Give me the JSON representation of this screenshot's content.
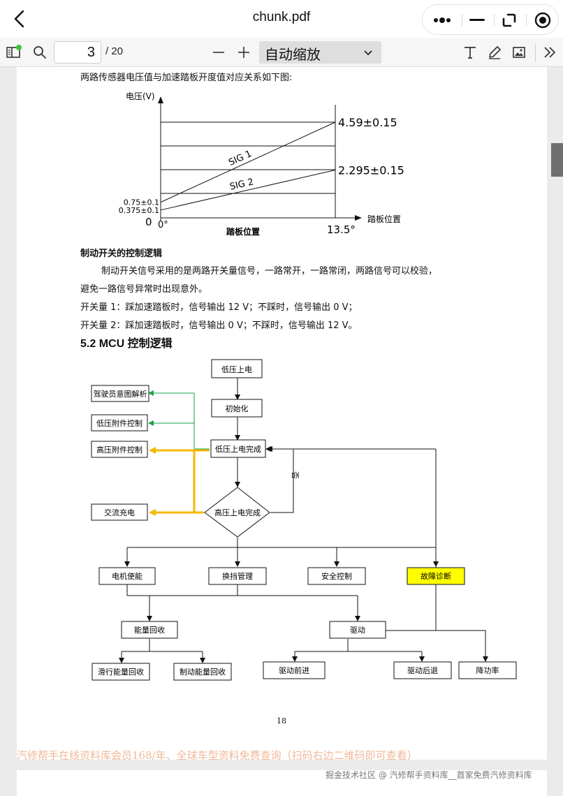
{
  "app": {
    "title": "chunk.pdf"
  },
  "toolbar": {
    "page_current": "3",
    "page_total": "/ 20",
    "zoom_label": "自动缩放"
  },
  "document": {
    "intro": "两路传感器电压值与加速踏板开度值对应关系如下图:",
    "section_brake_title": "制动开关的控制逻辑",
    "brake_para1": "制动开关信号采用的是两路开关量信号，一路常开，一路常闭，两路信号可以校验，",
    "brake_para2": "避免一路信号异常时出现意外。",
    "switch1": "开关量 1：踩加速踏板时，信号输出 12 V；不踩时，信号输出 0 V；",
    "switch2": "开关量 2：踩加速踏板时，信号输出 0 V；不踩时，信号输出 12 V。",
    "section_mcu_heading": "5.2 MCU 控制逻辑",
    "page_number": "18"
  },
  "chart_data": {
    "type": "line",
    "ylabel": "电压(V)",
    "xlabel": "踏板位置",
    "x_axis_label_right": "踏板位置",
    "x": [
      0,
      13.5
    ],
    "x_tick_labels": [
      "0°",
      "13.5°"
    ],
    "y_zero_label": "0",
    "series": [
      {
        "name": "SIG 1",
        "values": [
          0.75,
          4.59
        ],
        "start_label": "0.75±0.1",
        "end_label": "4.59±0.15"
      },
      {
        "name": "SIG 2",
        "values": [
          0.375,
          2.295
        ],
        "start_label": "0.375±0.1",
        "end_label": "2.295±0.15"
      }
    ]
  },
  "flowchart": {
    "nodes": {
      "lv_power": "低压上电",
      "init": "初始化",
      "lv_done": "低压上电完成",
      "hv_done": "高压上电完成",
      "no_label": "否",
      "driver_intent": "驾驶员意图解析",
      "lv_accessory": "低压附件控制",
      "hv_accessory": "高压附件控制",
      "ac_charge": "交流充电",
      "motor_enable": "电机使能",
      "gear_mgmt": "换挡管理",
      "safety": "安全控制",
      "fault": "故障诊断",
      "energy_recovery": "能量回收",
      "drive": "驱动",
      "coast_recovery": "滑行能量回收",
      "brake_recovery": "制动能量回收",
      "drive_forward": "驱动前进",
      "drive_reverse": "驱动后退",
      "derate": "降功率"
    },
    "colors": {
      "green_arrow": "#1aa04a",
      "orange_arrow": "#f5b800",
      "fault_fill": "#ffff00"
    }
  },
  "footer": {
    "banner": "汽修帮手在线资料库会员168/年、全球车型资料免费查询（扫码右边二维码即可查看）",
    "watermark": "掘金技术社区 @ 汽修帮手资料库__首家免费汽修资料库"
  }
}
